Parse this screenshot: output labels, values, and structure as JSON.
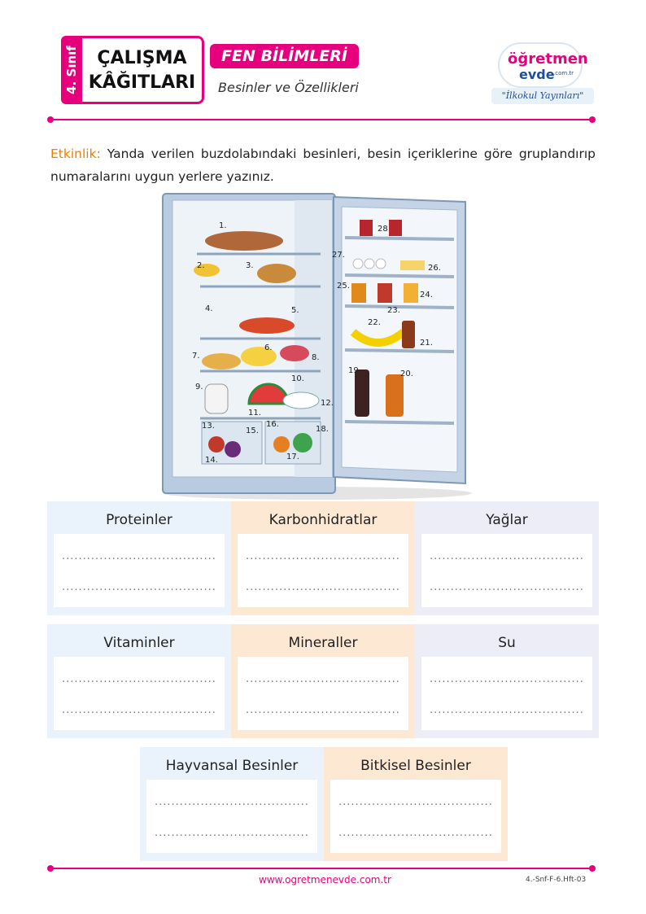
{
  "header": {
    "grade": "4. Sınıf",
    "title_line1": "ÇALIŞMA",
    "title_line2": "KÂĞITLARI",
    "subject": "FEN BİLİMLERİ",
    "topic": "Besinler ve Özellikleri",
    "logo_brand1": "öğretmen",
    "logo_brand2": "evde",
    "logo_domain": ".com.tr",
    "logo_tagline": "\"İlkokul Yayınları\""
  },
  "colors": {
    "accent": "#e6007e",
    "label": "#f07d00",
    "blue_box": "#eaf3fb",
    "peach_box": "#fde8d4",
    "lavender_box": "#ecedf6"
  },
  "instruction": {
    "label": "Etkinlik:",
    "text": " Yanda verilen buzdolabındaki besinleri, besin içeriklerine göre gruplandırıp numaralarını uygun yerlere yazınız."
  },
  "fridge_numbers": [
    "1.",
    "2.",
    "3.",
    "4.",
    "5.",
    "6.",
    "7.",
    "8.",
    "9.",
    "10.",
    "11.",
    "12.",
    "13.",
    "14.",
    "15.",
    "16.",
    "17.",
    "18.",
    "19.",
    "20.",
    "21.",
    "22.",
    "23.",
    "24.",
    "25.",
    "26.",
    "27.",
    "28"
  ],
  "groups": [
    {
      "title": "Proteinler"
    },
    {
      "title": "Karbonhidratlar"
    },
    {
      "title": "Yağlar"
    },
    {
      "title": "Vitaminler"
    },
    {
      "title": "Mineraller"
    },
    {
      "title": "Su"
    },
    {
      "title": "Hayvansal Besinler"
    },
    {
      "title": "Bitkisel Besinler"
    }
  ],
  "dots": "...........................................",
  "footer": {
    "url": "www.ogretmenevde.com.tr",
    "code": "4.-Snf-F-6.Hft-03"
  }
}
